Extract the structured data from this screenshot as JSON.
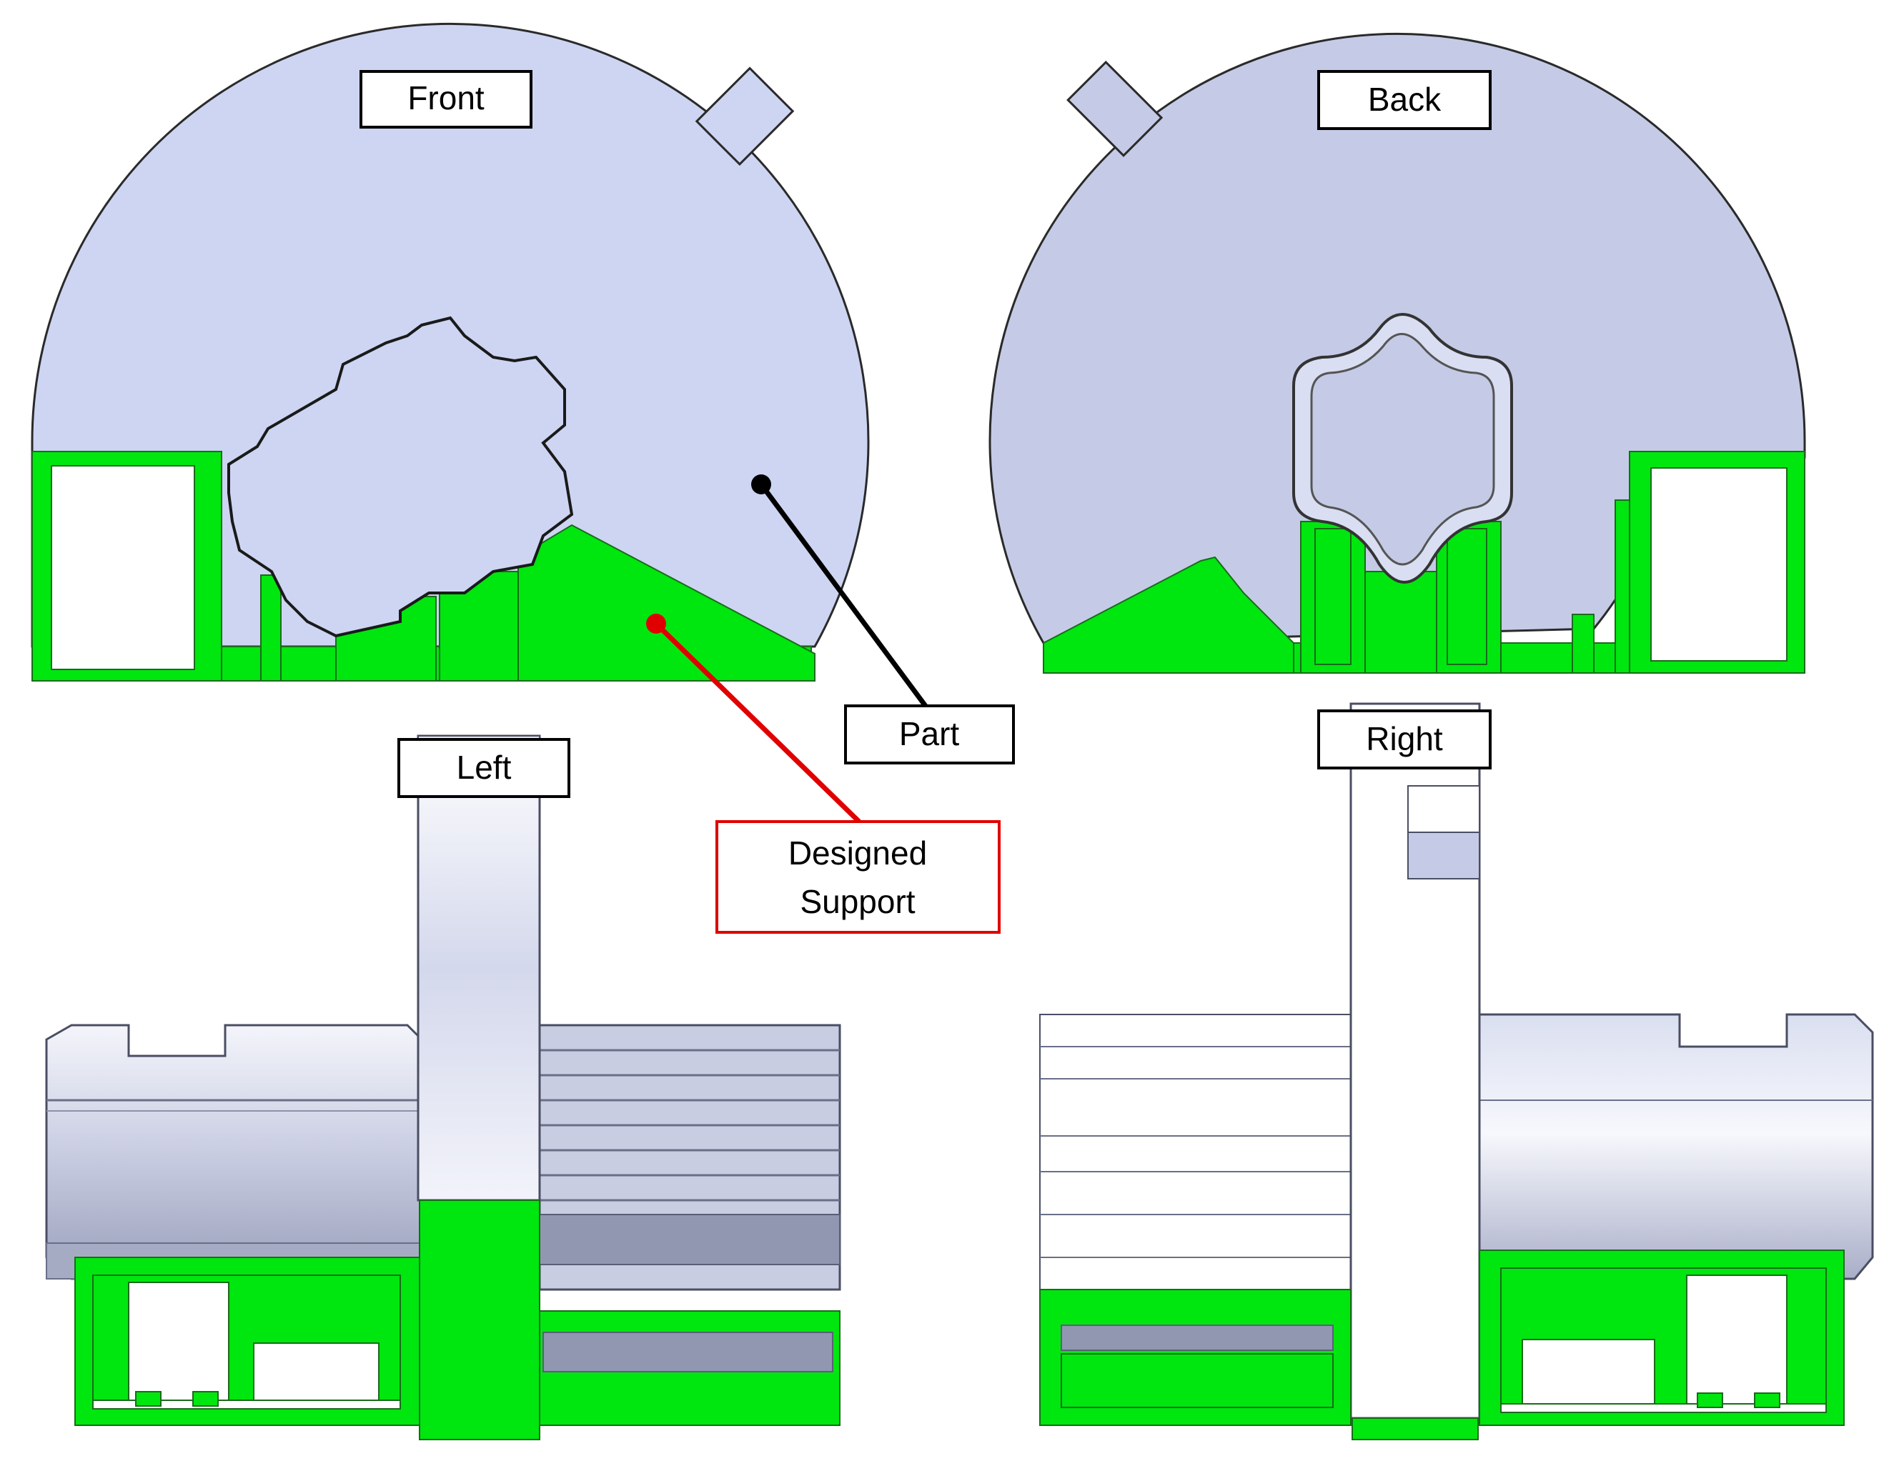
{
  "labels": {
    "front": "Front",
    "back": "Back",
    "left": "Left",
    "right": "Right",
    "part": "Part",
    "support_line1": "Designed",
    "support_line2": "Support"
  },
  "colors": {
    "part_fill": "#cdd5f2",
    "part_fill_back": "#c5cbe6",
    "support_green": "#00e60f",
    "support_outline": "#1a6b1a",
    "part_callout": "#000000",
    "support_callout": "#e00000",
    "metal_light": "#eef0f8",
    "metal_mid": "#b8bdd6",
    "metal_dark": "#8e93ad"
  }
}
